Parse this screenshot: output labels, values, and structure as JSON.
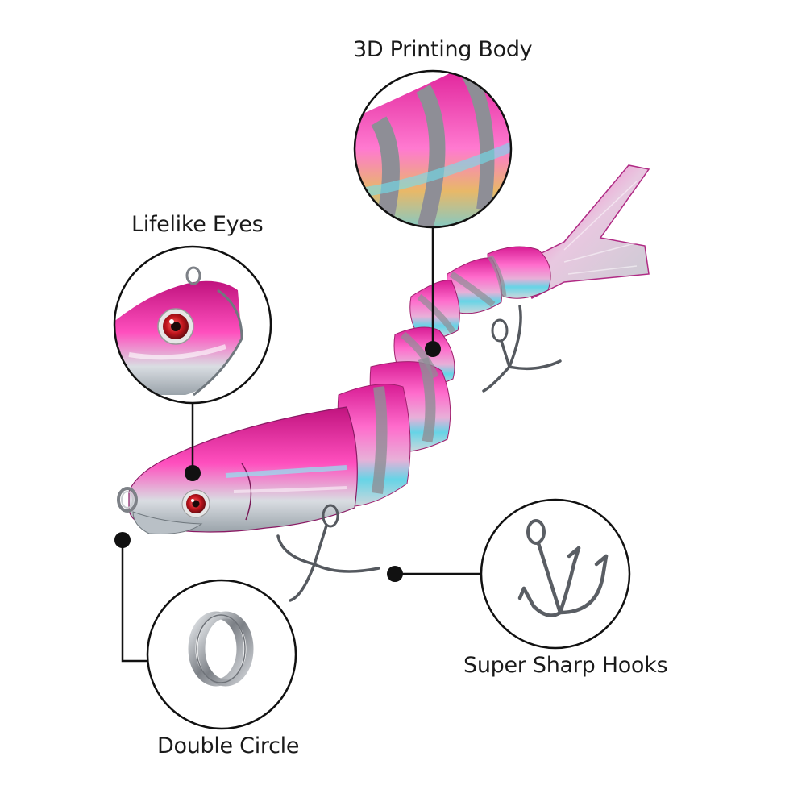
{
  "callouts": {
    "body": {
      "label": "3D Printing Body"
    },
    "eyes": {
      "label": "Lifelike Eyes"
    },
    "hooks": {
      "label": "Super Sharp Hooks"
    },
    "ring": {
      "label": "Double Circle"
    }
  },
  "colors": {
    "body_magenta": "#e0209a",
    "body_pink": "#ff5fc8",
    "belly_cyan": "#5fd8e8",
    "band_gray": "#8e8e96",
    "gold": "#e8b860",
    "metal": "#8a8d92",
    "eye_red": "#c0141c",
    "line_black": "#111111"
  }
}
